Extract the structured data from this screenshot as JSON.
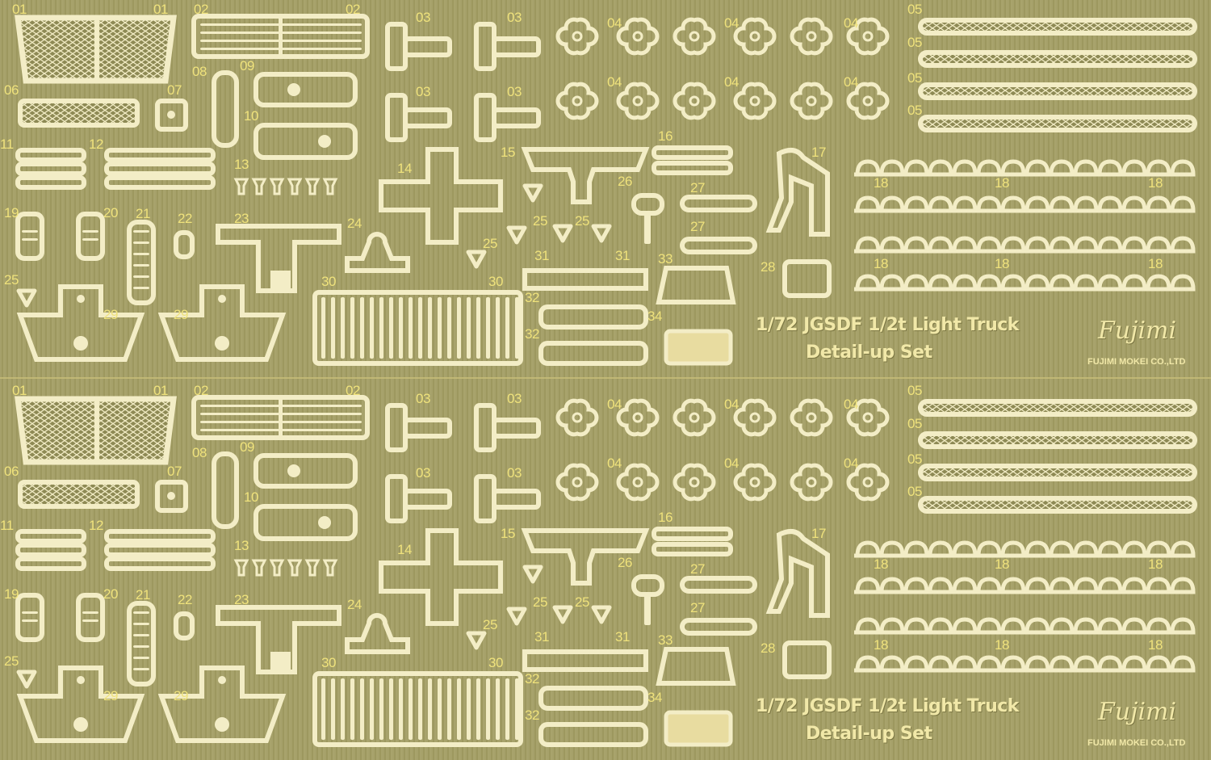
{
  "product": {
    "title_line1": "1/72 JGSDF 1/2t Light Truck",
    "title_line2": "Detail-up Set",
    "logo": "Fujimi",
    "maker": "FUJIMI MOKEI CO.,LTD"
  },
  "fret_count": 2,
  "part_labels": [
    "01",
    "01",
    "02",
    "02",
    "03",
    "03",
    "04",
    "04",
    "04",
    "05",
    "05",
    "05",
    "05",
    "06",
    "07",
    "08",
    "09",
    "10",
    "11",
    "12",
    "03",
    "03",
    "04",
    "04",
    "04",
    "13",
    "14",
    "15",
    "16",
    "17",
    "18",
    "18",
    "18",
    "18",
    "18",
    "18",
    "19",
    "20",
    "21",
    "22",
    "23",
    "24",
    "25",
    "25",
    "25",
    "25",
    "26",
    "27",
    "27",
    "28",
    "29",
    "29",
    "30",
    "30",
    "31",
    "31",
    "32",
    "32",
    "33",
    "34"
  ],
  "colors": {
    "brass": "#a49f68",
    "part": "#f3edc6",
    "label": "#efe27c"
  }
}
